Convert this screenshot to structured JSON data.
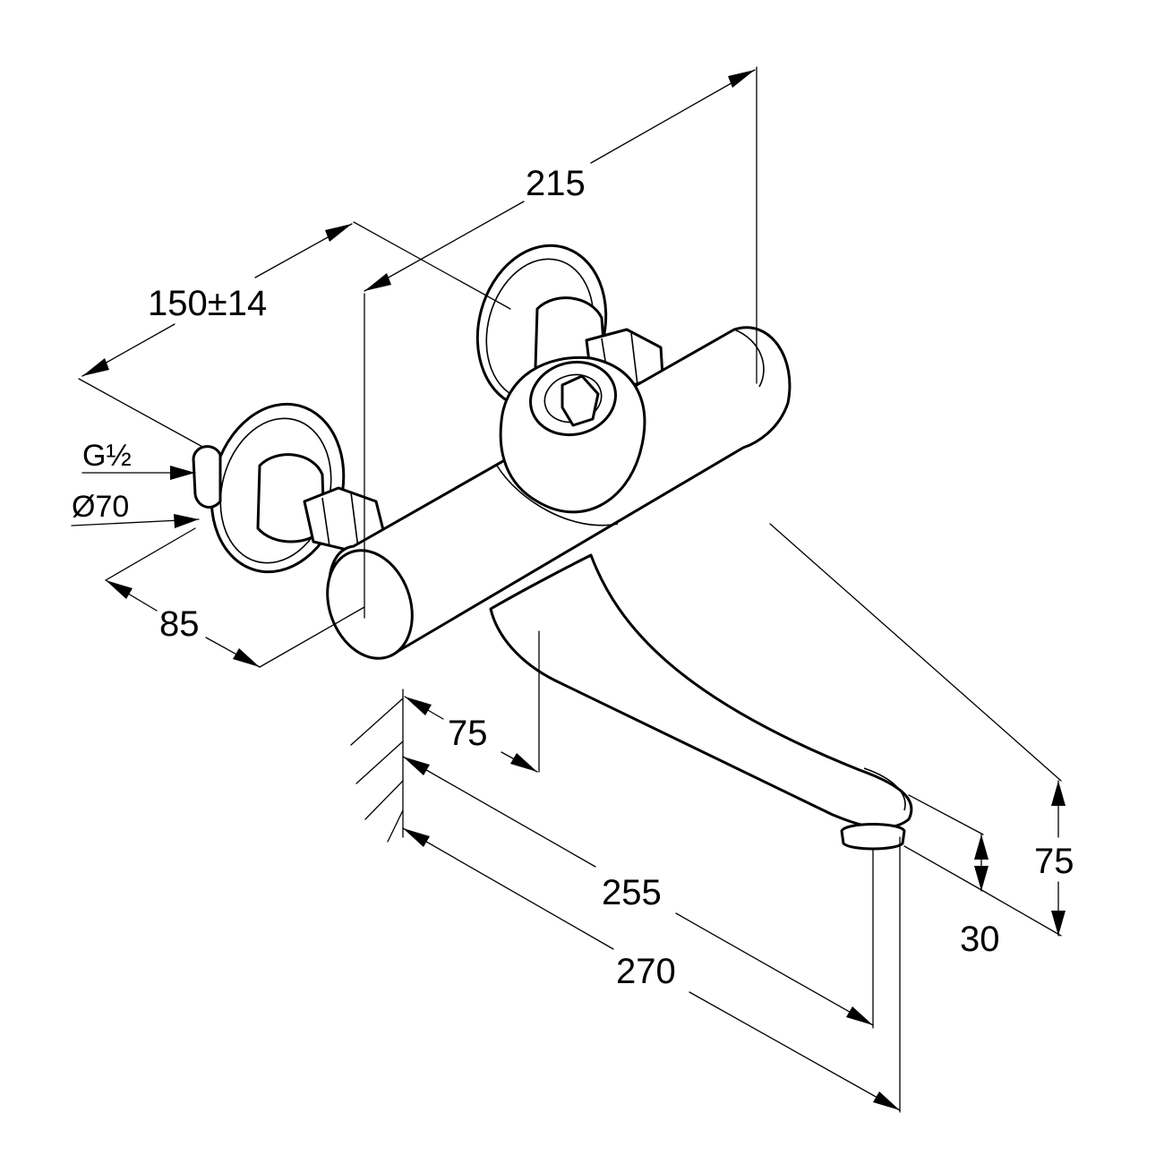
{
  "dimensions": {
    "overall_width": "215",
    "connection_centers": "150±14",
    "connection_thread": "G½",
    "rosette_diameter": "Ø70",
    "projection": "85",
    "body_offset": "75",
    "spout_reach": "255",
    "total_reach": "270",
    "outlet_height": "30",
    "body_height": "75"
  }
}
